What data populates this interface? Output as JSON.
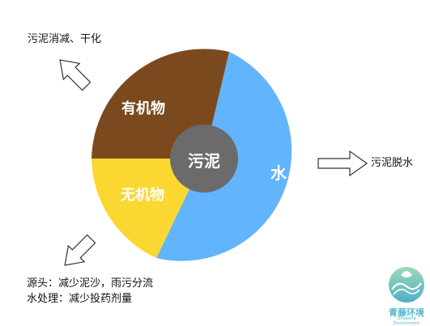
{
  "center_label": "污泥",
  "segments": {
    "organic": {
      "label": "有机物",
      "color": "#7a4a1e"
    },
    "inorganic": {
      "label": "无机物",
      "color": "#fbd831"
    },
    "water": {
      "label": "水",
      "color": "#62b4fc"
    }
  },
  "center_color": "#6b6b6b",
  "notes": {
    "organic_action": "污泥消减、干化",
    "water_action": "污泥脱水",
    "inorganic_action_line1": "源头：减少泥沙，雨污分流",
    "inorganic_action_line2": "水处理：减少投药剂量"
  },
  "logo": {
    "name": "青藤环境",
    "subtitle": "Qingteng Environment"
  }
}
